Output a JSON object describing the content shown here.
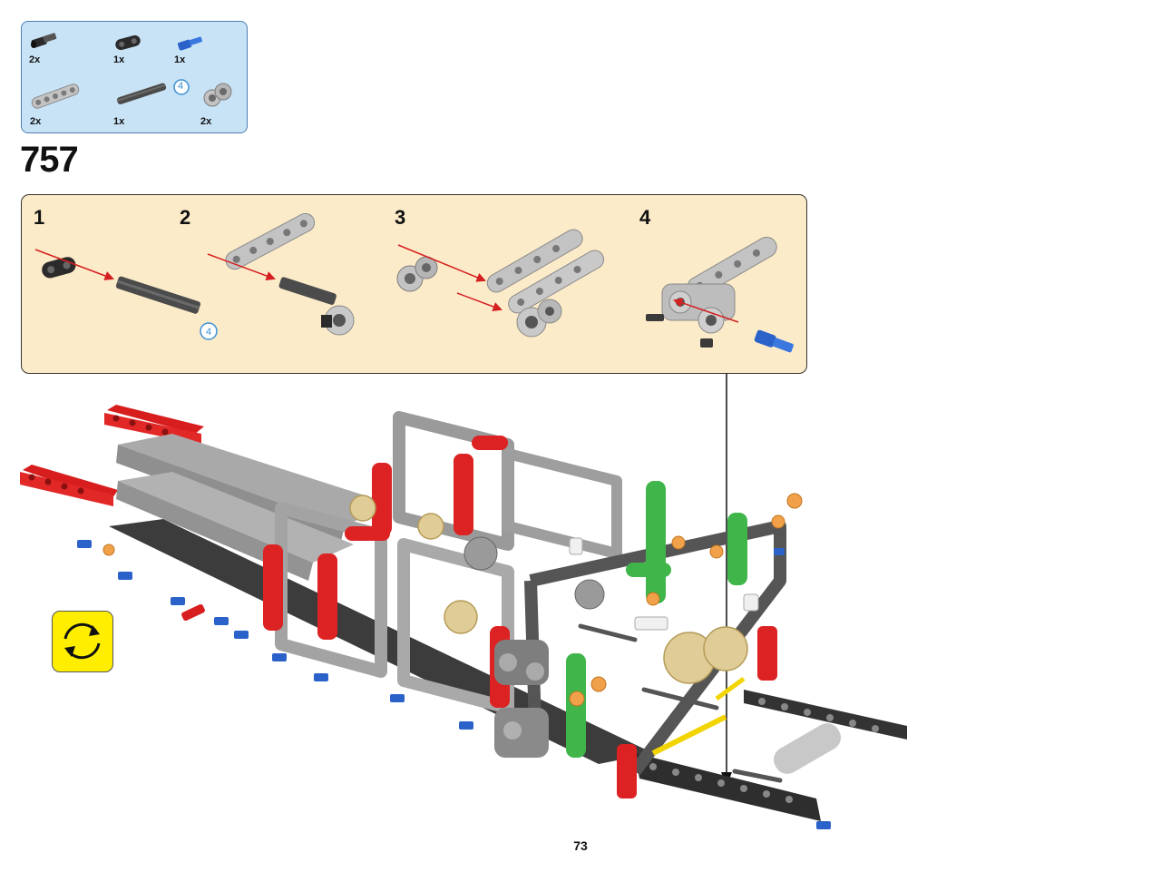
{
  "step": {
    "number": "757"
  },
  "parts_list": [
    {
      "icon": "black-pin-with-axle-icon",
      "qty": "2x"
    },
    {
      "icon": "black-beam-2-icon",
      "qty": "1x"
    },
    {
      "icon": "blue-axle-pin-icon",
      "qty": "1x"
    },
    {
      "icon": "gray-beam-5-icon",
      "qty": "2x"
    },
    {
      "icon": "dark-gray-axle-4-icon",
      "qty": "1x",
      "length_badge": "4"
    },
    {
      "icon": "gray-connector-icon",
      "qty": "2x"
    }
  ],
  "sub_steps": [
    {
      "number": "1",
      "badge": "4"
    },
    {
      "number": "2"
    },
    {
      "number": "3"
    },
    {
      "number": "4"
    }
  ],
  "rotate": {
    "icon": "rotate-model-icon"
  },
  "page": {
    "number": "73"
  },
  "colors": {
    "parts_bg": "#c9e3f6",
    "substep_bg": "#fcebc9",
    "rotate_bg": "#ffee00",
    "arrow_red": "#d42020"
  }
}
